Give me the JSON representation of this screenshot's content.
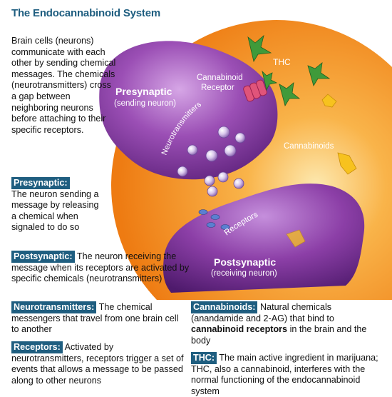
{
  "title": "The Endocannabinoid System",
  "intro": "Brain cells (neurons) communicate with each other by sending chemical messages. The chemicals (neurotransmitters) cross a gap between neighboring neurons before attaching to their specific receptors.",
  "diagram": {
    "presynaptic": "Presynaptic",
    "presynaptic_sub": "(sending neuron)",
    "postsynaptic": "Postsynaptic",
    "postsynaptic_sub": "(receiving neuron)",
    "cannabinoid_receptor_line1": "Cannabinoid",
    "cannabinoid_receptor_line2": "Receptor",
    "thc": "THC",
    "cannabinoids": "Cannabinoids",
    "neurotransmitters": "Neurotransmitters",
    "receptors": "Receptors"
  },
  "definitions": {
    "presynaptic": {
      "term": "Presynaptic:",
      "text": "The neuron sending a message by releasing a chemical when signaled to do so"
    },
    "postsynaptic": {
      "term": "Postsynaptic:",
      "text": "The neuron receiving the message when its receptors are activated by specific chemicals (neurotransmitters)"
    },
    "neurotransmitters": {
      "term": "Neurotransmitters:",
      "text": "The chemical messengers that travel from one brain cell to another"
    },
    "receptors": {
      "term": "Receptors:",
      "text": "Activated by neurotransmitters, receptors trigger a set of events that allows a message to be passed along to other neurons"
    },
    "cannabinoids": {
      "term": "Cannabinoids:",
      "text_before": "Natural chemicals (anandamide and 2-AG) that bind to",
      "text_bold": "cannabinoid receptors",
      "text_after": "in the brain and the body"
    },
    "thc": {
      "term": "THC:",
      "text": "The main active ingredient in marijuana; THC, also a cannabinoid, interferes with the normal functioning of the endocannabinoid system"
    }
  },
  "colors": {
    "term_bg": "#1f5e80",
    "circle_orange": "#f28a1a",
    "neuron_purple": "#8e3fa8",
    "thc_green": "#3f9a3a",
    "cannabinoid_yellow": "#f7c21e"
  }
}
